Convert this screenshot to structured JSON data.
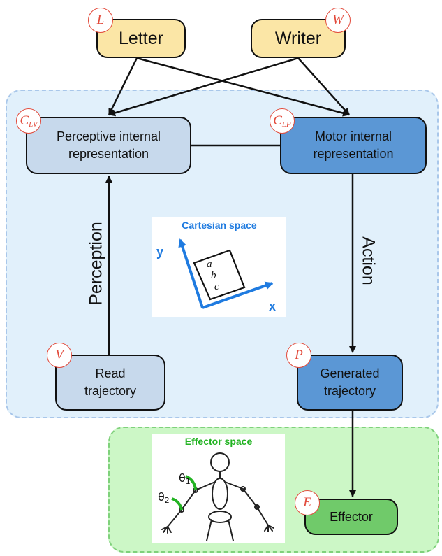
{
  "nodes": {
    "letter": {
      "label": "Letter",
      "variable": "L"
    },
    "writer": {
      "label": "Writer",
      "variable": "W"
    },
    "perceptive": {
      "label_line1": "Perceptive internal",
      "label_line2": "representation",
      "variable": "C",
      "subscript": "LV"
    },
    "motor": {
      "label_line1": "Motor internal",
      "label_line2": "representation",
      "variable": "C",
      "subscript": "LP"
    },
    "read": {
      "label_line1": "Read",
      "label_line2": "trajectory",
      "variable": "V"
    },
    "generated": {
      "label_line1": "Generated",
      "label_line2": "trajectory",
      "variable": "P"
    },
    "effector": {
      "label": "Effector",
      "variable": "E"
    }
  },
  "edge_labels": {
    "perception": "Perception",
    "action": "Action"
  },
  "cartesian_inset": {
    "title": "Cartesian space",
    "x_axis": "x",
    "y_axis": "y",
    "glyph_a": "a",
    "glyph_b": "b",
    "glyph_c": "c"
  },
  "effector_inset": {
    "title": "Effector space",
    "theta1": "θ",
    "theta1_sub": "1",
    "theta2": "θ",
    "theta2_sub": "2"
  },
  "colors": {
    "input_fill": "#fbe6a6",
    "light_fill": "#c7d9ec",
    "dark_fill": "#5b97d5",
    "effector_fill": "#70ca6a",
    "cognitive_region": "#e1f0fb",
    "effector_region": "#ccf7c6",
    "badge": "#e24a3b",
    "cartesian_accent": "#1f7be0",
    "effector_accent": "#22b322"
  }
}
